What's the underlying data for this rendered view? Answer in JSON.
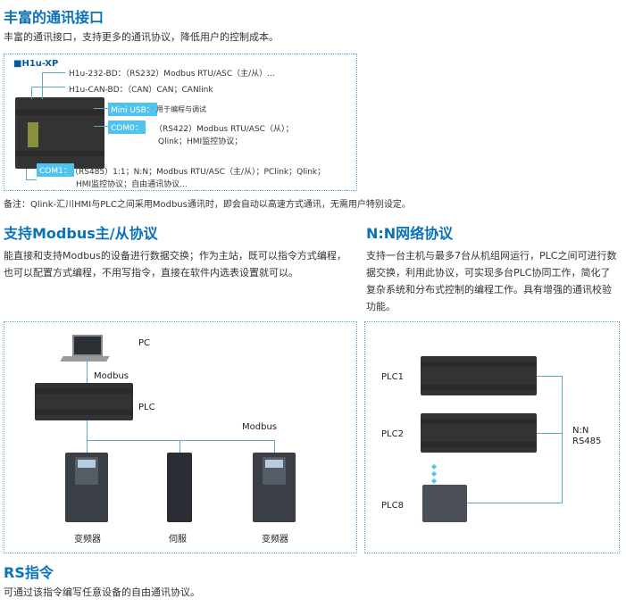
{
  "sec1": {
    "title": "丰富的通讯接口",
    "desc": "丰富的通讯接口，支持更多的通讯协议，降低用户的控制成本。",
    "model": "H1u-XP",
    "ports": [
      "H1u-232-BD：（RS232）Modbus RTU/ASC（主/从）...",
      "H1u-CAN-BD：（CAN）CAN；CANlink"
    ],
    "mini_usb": "Mini USB：",
    "mini_usb_desc": "用于编程与调试",
    "com0": "COM0：",
    "com0_desc1": "（RS422）Modbus RTU/ASC（从）；",
    "com0_desc2": "Qlink；HMI监控协议；",
    "com1": "COM1：",
    "com1_desc1": "（RS485）1:1；N:N；Modbus RTU/ASC（主/从）；PClink；Qlink；",
    "com1_desc2": "HMI监控协议；自由通讯协议...",
    "note": "备注：Qlink-汇川HMI与PLC之间采用Modbus通讯时，即会自动以高速方式通讯，无需用户特别设定。"
  },
  "sec2": {
    "title": "支持Modbus主/从协议",
    "desc": "能直接和支持Modbus的设备进行数据交换；作为主站，既可以指令方式编程，也可以配置方式编程，不用写指令，直接在软件内选表设置就可以。",
    "pc": "PC",
    "modbus1": "Modbus",
    "plc": "PLC",
    "modbus2": "Modbus",
    "devices": [
      "变频器",
      "伺服",
      "变频器"
    ]
  },
  "sec3": {
    "title": "N:N网络协议",
    "desc": "支持一台主机与最多7台从机组网运行，PLC之间可进行数据交换，利用此协议，可实现多台PLC协同工作，简化了复杂系统和分布式控制的编程工作。具有增强的通讯校验功能。",
    "plc1": "PLC1",
    "plc2": "PLC2",
    "plc8": "PLC8",
    "nn": "N:N",
    "rs485": "RS485"
  },
  "sec4": {
    "title": "RS指令",
    "desc": "可通过该指令编写任意设备的自由通讯协议。"
  }
}
